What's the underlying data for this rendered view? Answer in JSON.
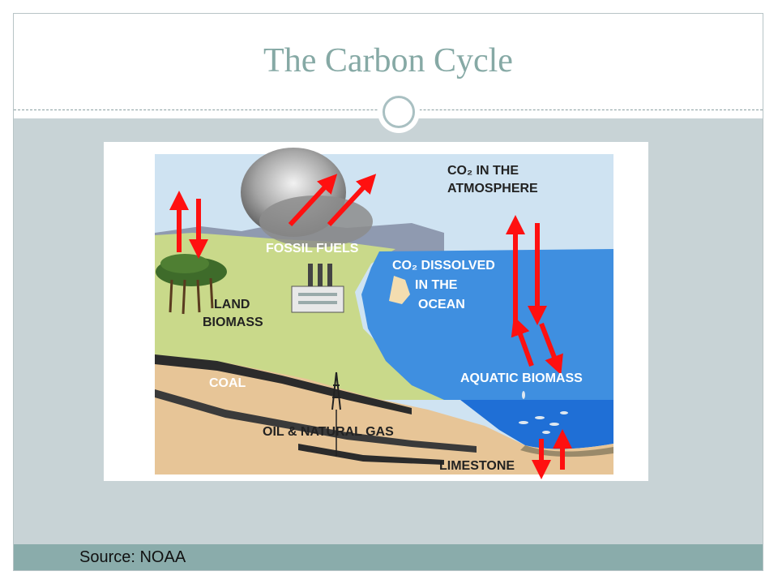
{
  "slide": {
    "title": "The Carbon Cycle",
    "source": "Source: NOAA"
  },
  "diagram": {
    "labels": {
      "co2_atmosphere_1": "CO₂ IN THE",
      "co2_atmosphere_2": "ATMOSPHERE",
      "fossil_fuels": "FOSSIL FUELS",
      "co2_ocean_1": "CO₂ DISSOLVED",
      "co2_ocean_2": "IN THE",
      "co2_ocean_3": "OCEAN",
      "land_biomass_1": "LAND",
      "land_biomass_2": "BIOMASS",
      "aquatic_biomass": "AQUATIC BIOMASS",
      "coal": "COAL",
      "oil_gas": "OIL & NATURAL GAS",
      "limestone": "LIMESTONE"
    },
    "colors": {
      "sky": "#cfe3f2",
      "ocean_surface": "#3f8fe0",
      "ocean_deep": "#1f6fd6",
      "land": "#c9d98a",
      "soil": "#e7c597",
      "arrow": "#ff1010",
      "text": "#222222"
    }
  }
}
